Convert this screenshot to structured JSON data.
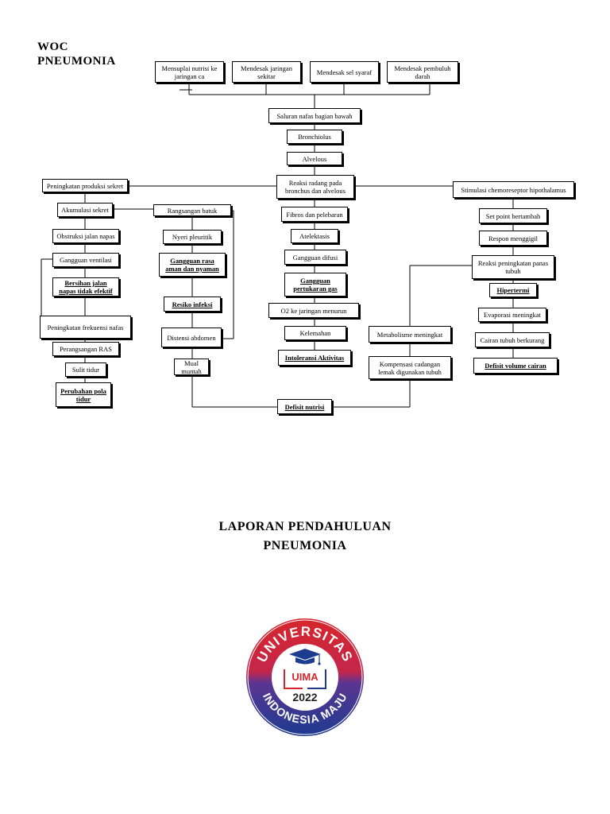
{
  "header": {
    "line1": "WOC",
    "line2": "PNEUMONIA"
  },
  "nodes": {
    "n1": "Mensuplai nutrisi ke jaringan ca",
    "n2": "Mendesak jaringan sekitar",
    "n3": "Mendesak sel syaraf",
    "n4": "Mendesak pembuluh darah",
    "n5": "Saluran nafas bagian bawah",
    "n6": "Bronchiolus",
    "n7": "Alvelous",
    "n8": "Reaksi radang pada bronchus dan alvelous",
    "n9": "Peningkatan produksi sekret",
    "n10": "Stimulasi chemoreseptor hipothalamus",
    "n11": "Akumulasi sekret",
    "n12": "Rangsangan batuk",
    "n13": "Fibros dan pelebaran",
    "n14": "Set point bertambah",
    "n15": "Obstruksi jalan napas",
    "n16": "Nyeri pleuritik",
    "n17": "Atelektasis",
    "n18": "Respon menggigil",
    "n19": "Gangguan ventilasi",
    "n20": "Gangguan rasa aman dan nyaman",
    "n21": "Gangguan difusi",
    "n22": "Reaksi peningkatan panas tubuh",
    "n23": "Bersihan jalan napas tidak efektif",
    "n24": "Gangguan pertukaran gas",
    "n25": "Hipertermi",
    "n26": "Resiko infeksi",
    "n27": "O2 ke jaringan menurun",
    "n28": "Evaporasi meningkat",
    "n29": "Peningkatan frekuensi nafas",
    "n30": "Distensi abdomen",
    "n31": "Kelemahan",
    "n32": "Metabolisme meningkat",
    "n33": "Cairan tubuh berkurang",
    "n34": "Perangsangan RAS",
    "n35": "Intoleransi Aktivitas",
    "n36": "Defisit volume cairan",
    "n37": "Kompensasi cadangan lemak digunakan tubuh",
    "n38": "Sulit tidur",
    "n39": "Mual muntah",
    "n40": "Perubahan pola tidur",
    "n41": "Defisit nutrisi"
  },
  "report_title": {
    "line1": "LAPORAN PENDAHULUAN",
    "line2": "PNEUMONIA"
  },
  "logo": {
    "top_text": "UNIVERSITAS",
    "bottom_text": "INDONESIA MAJU",
    "acronym": "UIMA",
    "year": "2022",
    "colors": {
      "red": "#d7262b",
      "blue": "#1d3b8f",
      "ring_gradient_end": "#3a3fa0"
    }
  }
}
